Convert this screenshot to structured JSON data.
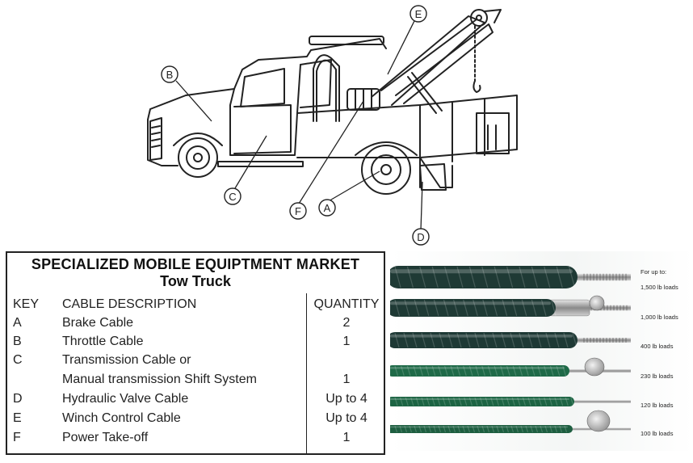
{
  "diagram": {
    "callouts": [
      "A",
      "B",
      "C",
      "D",
      "E",
      "F"
    ]
  },
  "table": {
    "title": "SPECIALIZED MOBILE EQUIPTMENT MARKET",
    "subtitle": "Tow Truck",
    "headers": {
      "key": "KEY",
      "description": "CABLE DESCRIPTION",
      "quantity": "QUANTITY"
    },
    "rows": [
      {
        "key": "A",
        "description": "Brake Cable",
        "quantity": "2"
      },
      {
        "key": "B",
        "description": "Throttle Cable",
        "quantity": "1"
      },
      {
        "key": "C",
        "description": "Transmission Cable or",
        "quantity": ""
      },
      {
        "key": "",
        "description": "Manual transmission Shift System",
        "quantity": "1"
      },
      {
        "key": "D",
        "description": "Hydraulic Valve Cable",
        "quantity": "Up to 4"
      },
      {
        "key": "E",
        "description": "Winch Control Cable",
        "quantity": "Up to 4"
      },
      {
        "key": "F",
        "description": "Power Take-off",
        "quantity": "1"
      }
    ]
  },
  "photo": {
    "heading": "For up to:",
    "loads": [
      "1,500 lb loads",
      "1,000 lb loads",
      "400 lb loads",
      "230 lb loads",
      "120 lb loads",
      "100 lb loads"
    ],
    "cable_colors": [
      "#1f3a35",
      "#1f3a35",
      "#1e3935",
      "#1f6a48",
      "#1c6443",
      "#1d5e40"
    ]
  }
}
